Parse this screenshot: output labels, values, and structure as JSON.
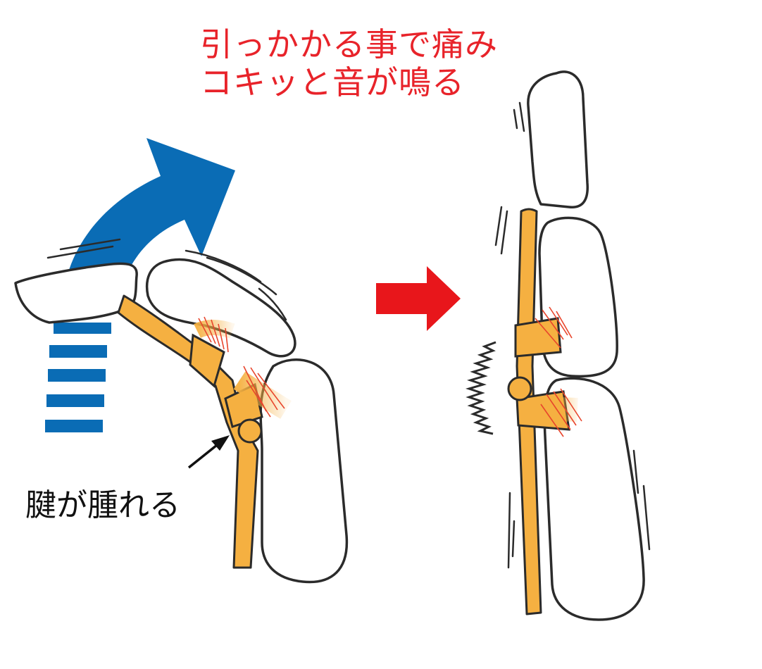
{
  "captions": {
    "pain_line1": "引っかかる事で痛み",
    "pain_line2": "コキッと音が鳴る",
    "swelling": "腱が腫れる"
  },
  "colors": {
    "caption_red": "#e8232a",
    "caption_black": "#111111",
    "flex_arrow": "#0a6cb5",
    "transition_arrow": "#e8161b",
    "tendon": "#f5b041",
    "fiber": "#e8452c"
  },
  "icons": {
    "flex_arrow": "curved-up-arrow",
    "transition_arrow": "right-arrow",
    "pointer_arrow": "diagonal-arrow",
    "snap_sound": "zigzag-sound-mark"
  }
}
